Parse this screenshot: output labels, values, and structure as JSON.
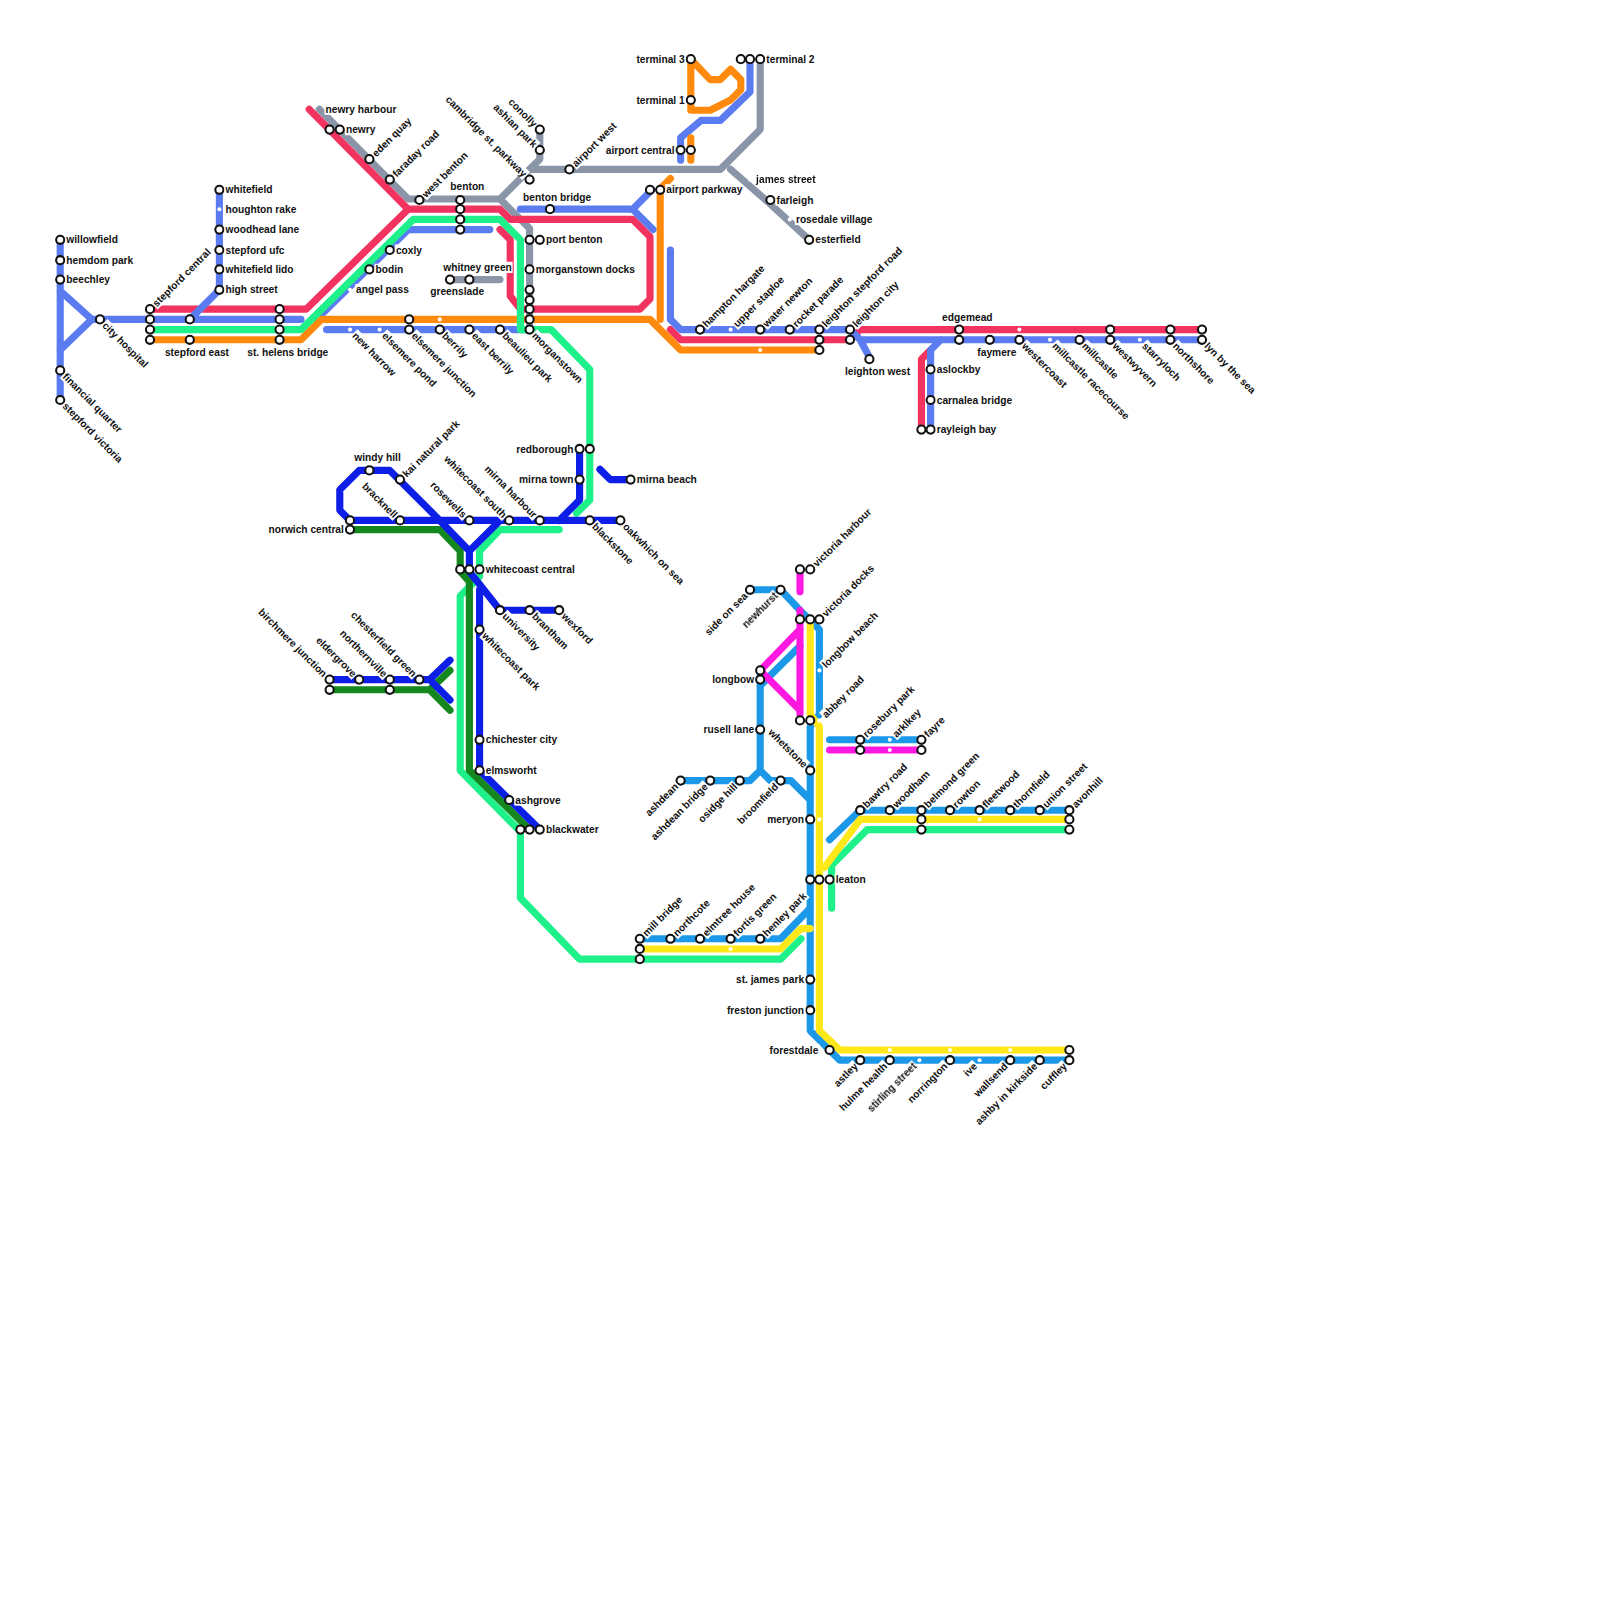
{
  "diagram": {
    "labels": [
      "willowfield",
      "hemdom park",
      "beechley",
      "financial quarter",
      "stepford victoria",
      "city hospital",
      "stepford central",
      "stepford east",
      "whitefield",
      "houghton rake",
      "woodhead lane",
      "stepford ufc",
      "whitefield lido",
      "high street",
      "st. helens bridge",
      "newry harbour",
      "newry",
      "eden quay",
      "faraday road",
      "west benton",
      "benton",
      "coxly",
      "bodin",
      "angel pass",
      "whitney green",
      "greenslade",
      "new harrow",
      "elsemere pond",
      "elsemere junction",
      "berrily",
      "east berrily",
      "beaulieu park",
      "morganstown",
      "conolly",
      "ashian park",
      "cambridge st. parkway",
      "airport west",
      "benton bridge",
      "port benton",
      "morganstown docks",
      "terminal 3",
      "terminal 1",
      "terminal 2",
      "airport central",
      "airport parkway",
      "james street",
      "farleigh",
      "rosedale village",
      "esterfield",
      "hampton hargate",
      "upper staploe",
      "water newton",
      "rocket parade",
      "leighton stepford road",
      "leighton city",
      "leighton west",
      "edgemead",
      "faymere",
      "westercoast",
      "millcastle racecourse",
      "millcastle",
      "westwyvern",
      "starryloch",
      "northshore",
      "lyn by the sea",
      "aslockby",
      "carnalea bridge",
      "rayleigh bay",
      "windy hill",
      "kai natural park",
      "bracknell",
      "norwich central",
      "rosewells",
      "whitecoast south",
      "mirna harbour",
      "redborough",
      "mirna town",
      "mirna beach",
      "blackstone",
      "oakwhich on sea",
      "whitecoast central",
      "university",
      "brantham",
      "wexford",
      "whitecoast park",
      "chichester city",
      "elmsworht",
      "ashgrove",
      "blackwater",
      "birchmere junction",
      "eldergrove",
      "northernville",
      "chesterfield green",
      "mill bridge",
      "northcote",
      "elmtree house",
      "fortis green",
      "henley park",
      "victoria harbour",
      "victoria docks",
      "longbow beach",
      "abbey road",
      "side on sea",
      "newhurst",
      "longbow",
      "rusell lane",
      "whetstone",
      "ashdean",
      "ashdean bridge",
      "osidge hill",
      "broomfield",
      "meryon",
      "rosebury park",
      "arklkey",
      "fayre",
      "bawtry road",
      "woodham",
      "belmond green",
      "rowton",
      "fleetwood",
      "thornfield",
      "union street",
      "avonhill",
      "leaton",
      "st. james park",
      "freston junction",
      "forestdale",
      "astley",
      "hulme health",
      "stirling street",
      "norrington",
      "ive",
      "wallsend",
      "ashby in kirkside",
      "cuffley"
    ]
  }
}
